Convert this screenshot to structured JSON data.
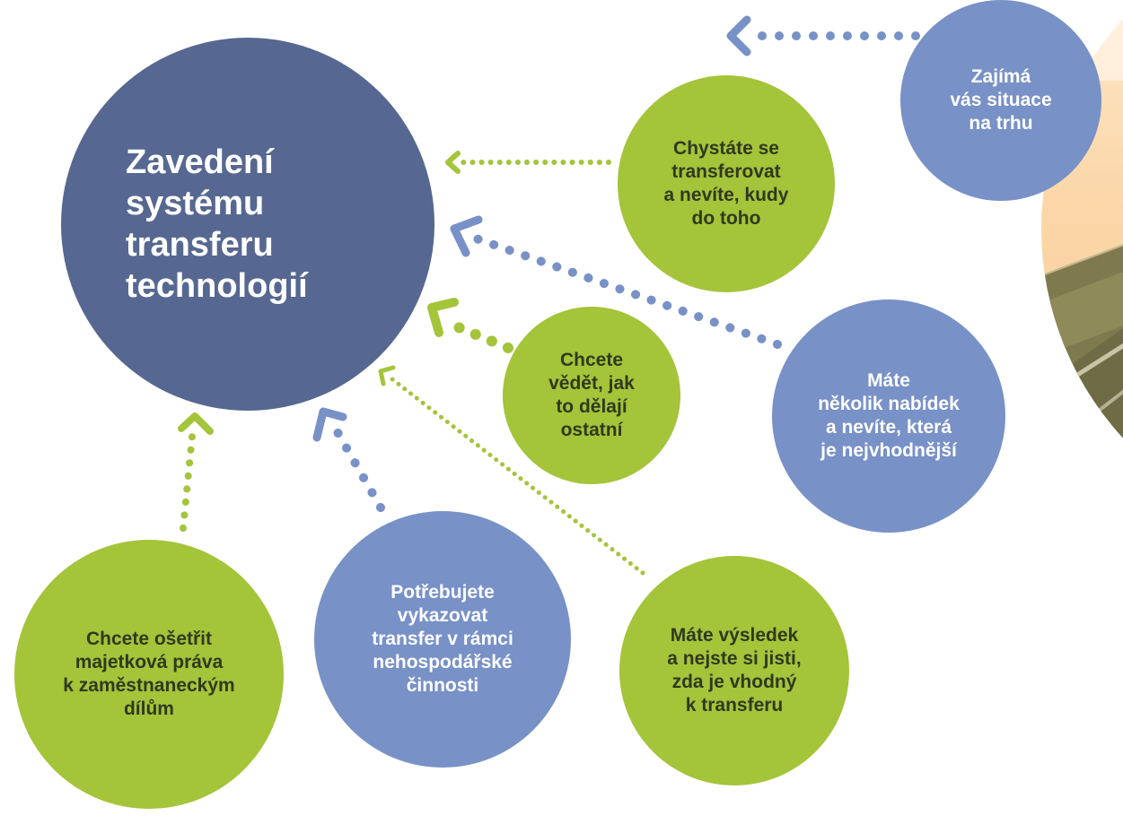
{
  "colors": {
    "main": "#566891",
    "blue": "#7891c7",
    "green": "#a4c43a",
    "green_text": "#2f3a1e",
    "white_text": "#ffffff"
  },
  "main_title": "Zavedení\nsystému\ntransferu\ntechnologií",
  "bubbles": {
    "market": "Zajímá\nvás situace\nna trhu",
    "transfer": "Chystáte se\ntransferovat\na nevíte, kudy\ndo toho",
    "others": "Chcete\nvědět, jak\nto dělají\nostatní",
    "offers": "Máte\nněkolik nabídek\na nevíte, která\nje nejvhodnější",
    "property": "Chcete ošetřit\nmajetková práva\nk zaměstnaneckým\ndílům",
    "reporting": "Potřebujete\nvykazovat\ntransfer v rámci\nnehospodářské\nčinnosti",
    "result": "Máte výsledek\na nejste si jisti,\nzda je vhodný\nk transferu"
  },
  "decoration": {
    "photo": "greenhouse-photo"
  }
}
